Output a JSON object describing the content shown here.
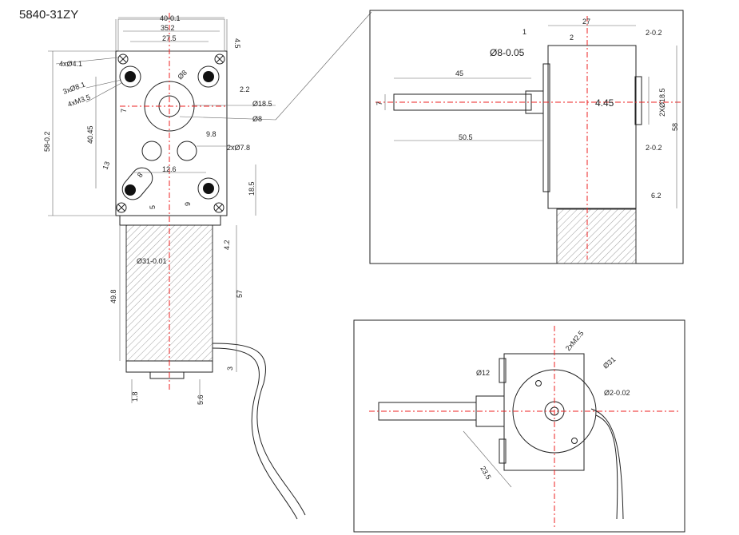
{
  "title": "5840-31ZY",
  "front_view": {
    "width_total": "40-0.1",
    "width_mid": "35.2",
    "width_inner": "27.5",
    "top_offset": "4.5",
    "hole_4x": "4xØ4.1",
    "hole_3x": "3xØ8.1",
    "thread_4x": "4xM3.5",
    "shaft_dia": "Ø8",
    "boss_dia": "Ø18.5",
    "shaft_dia2": "Ø8",
    "offset_22": "2.2",
    "height_total": "58-0.2",
    "height_4045": "40.45",
    "d7": "7",
    "d98": "9.8",
    "hole_2x": "2xØ7.8",
    "d13": "13",
    "d126": "12.6",
    "d8": "8",
    "d185": "18.5",
    "d5": "5",
    "d9": "9",
    "d42": "4.2",
    "motor_dia": "Ø31-0.01",
    "d498": "49.8",
    "d57": "57",
    "d3": "3",
    "d18": "1.8",
    "d56": "5.6"
  },
  "side_view": {
    "d27": "27",
    "d1": "1",
    "d2": "2",
    "d202a": "2-0.2",
    "shaft": "Ø8-0.05",
    "d45": "45",
    "d7": "7",
    "d445": "4.45",
    "d2x185": "2XØ18.5",
    "d58": "58",
    "d505": "50.5",
    "d202b": "2-0.2",
    "d62": "6.2"
  },
  "rear_view": {
    "m25": "2xM2.5",
    "d12": "Ø12",
    "d31": "Ø31",
    "d2": "Ø2-0.02",
    "d235": "23.5"
  }
}
